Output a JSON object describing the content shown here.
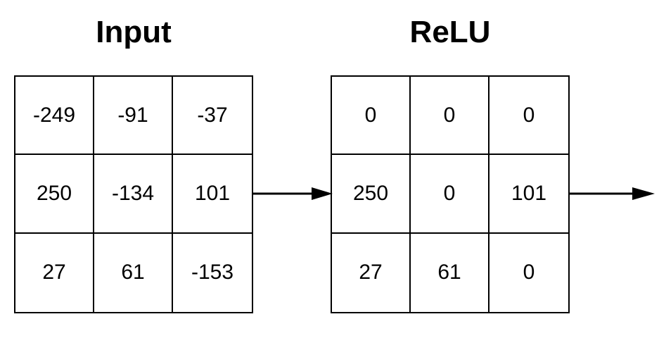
{
  "input": {
    "title": "Input",
    "matrix": [
      [
        "-249",
        "-91",
        "-37"
      ],
      [
        "250",
        "-134",
        "101"
      ],
      [
        "27",
        "61",
        "-153"
      ]
    ]
  },
  "relu": {
    "title": "ReLU",
    "matrix": [
      [
        "0",
        "0",
        "0"
      ],
      [
        "250",
        "0",
        "101"
      ],
      [
        "27",
        "61",
        "0"
      ]
    ]
  },
  "colors": {
    "line": "#000000",
    "background": "#ffffff"
  },
  "icons": [
    "arrow-right-icon",
    "arrow-right-icon"
  ]
}
